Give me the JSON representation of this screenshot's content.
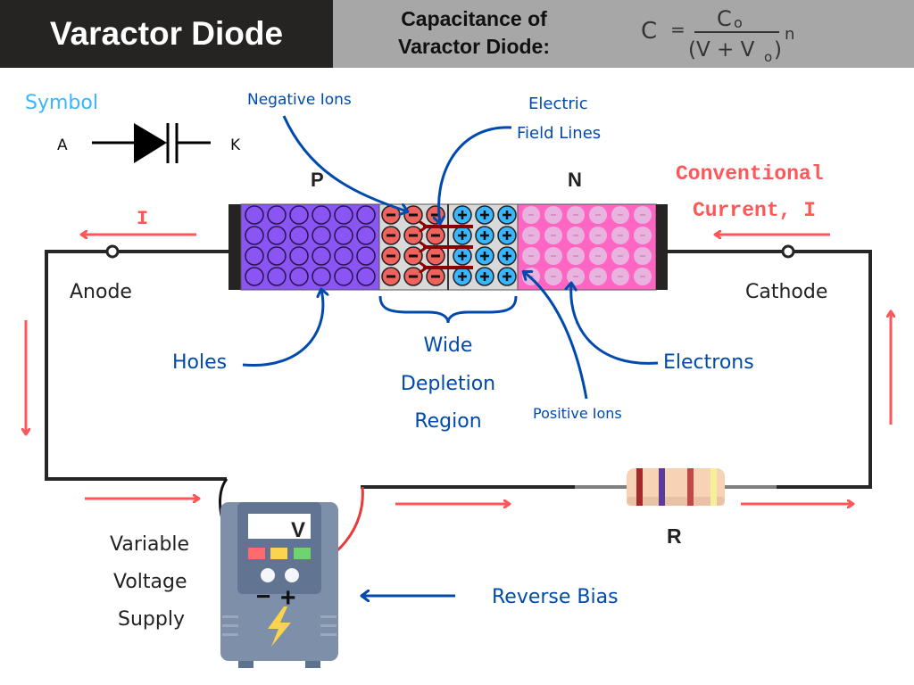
{
  "header": {
    "title": "Varactor Diode",
    "capacitance_title_line1": "Capacitance of",
    "capacitance_title_line2": "Varactor Diode:",
    "formula": {
      "lhs": "C",
      "equals": "=",
      "numerator": "C",
      "numerator_sub": "o",
      "denominator_open": "(V + V",
      "denominator_sub": "o",
      "denominator_close": ")",
      "exponent": "n"
    }
  },
  "symbol": {
    "title": "Symbol",
    "anode_letter": "A",
    "cathode_letter": "K"
  },
  "regions": {
    "p_label": "P",
    "n_label": "N"
  },
  "annotations": {
    "negative_ions": "Negative Ions",
    "electric_field_line1": "Electric",
    "electric_field_line2": "Field Lines",
    "holes": "Holes",
    "depletion_line1": "Wide",
    "depletion_line2": "Depletion",
    "depletion_line3": "Region",
    "positive_ions": "Positive Ions",
    "electrons": "Electrons",
    "reverse_bias": "Reverse Bias"
  },
  "circuit": {
    "current_label_left": "I",
    "conventional_current_line1": "Conventional",
    "conventional_current_line2": "Current, I",
    "anode": "Anode",
    "cathode": "Cathode",
    "resistor_label": "R",
    "supply_line1": "Variable",
    "supply_line2": "Voltage",
    "supply_line3": "Supply",
    "meter_unit": "V",
    "minus_sign": "−",
    "plus_sign": "+"
  },
  "colors": {
    "header_dark": "#262422",
    "header_gray": "#a7a7a7",
    "p_region": "#8a55f2",
    "n_region": "#ff66c4",
    "negative_ion": "#f0625d",
    "positive_ion": "#38b6ff",
    "electron": "#e8b4df",
    "annotation_blue": "#004aad",
    "symbol_blue": "#38b6ff",
    "current_red": "#ff5757",
    "field_line": "#8b0000",
    "supply_body": "#7d8fa9"
  },
  "grid": {
    "rows": 4,
    "holes_cols": 6,
    "negative_ion_cols": 3,
    "positive_ion_cols": 3,
    "electron_cols": 6
  }
}
